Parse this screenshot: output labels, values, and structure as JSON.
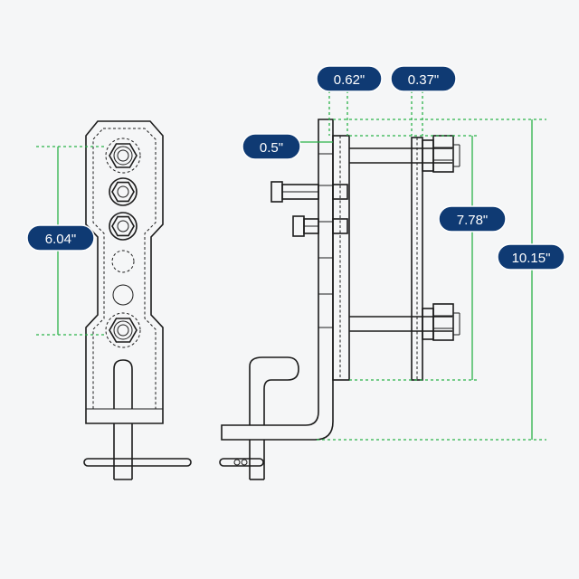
{
  "dimensions": {
    "hole_span": "6.04\"",
    "plate_offset": "0.62\"",
    "nut_offset": "0.37\"",
    "plate_thickness": "0.5\"",
    "bolt_span": "7.78\"",
    "overall_height": "10.15\""
  },
  "colors": {
    "dimension_line": "#2bb34a",
    "badge_fill": "#0f3a73",
    "badge_text": "#ffffff",
    "drawing_line": "#1c1c1c",
    "background": "#f5f6f7"
  }
}
